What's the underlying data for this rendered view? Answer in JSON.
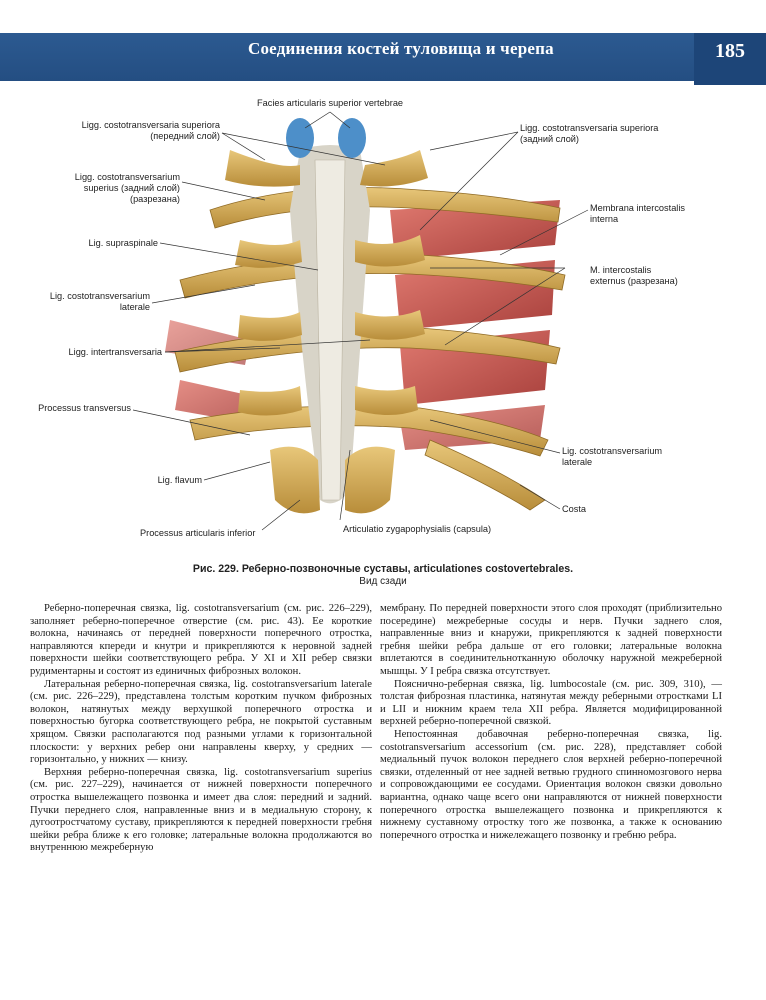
{
  "header": {
    "title": "Соединения костей туловища и черепа",
    "page_number": "185"
  },
  "figure": {
    "labels": {
      "facies": "Facies articularis superior vertebrae",
      "sup_ant": "Ligg. costotransversaria superiora\n(передний слой)",
      "sup_post_left": "Ligg. costotransversarium\nsuperius (задний слой)\n(разрезана)",
      "supraspinale": "Lig. supraspinale",
      "lateral_left": "Lig. costotransversarium\nlaterale",
      "intertrans": "Ligg. intertransversaria",
      "proc_trans": "Processus transversus",
      "flavum": "Lig. flavum",
      "proc_art_inf": "Processus articularis inferior",
      "zyg": "Articulatio zygapophysialis (capsula)",
      "sup_post_right": "Ligg. costotransversaria superiora\n(задний слой)",
      "memb": "Membrana intercostalis\ninterna",
      "m_ic": "M. intercostalis\nexternus (разрезана)",
      "lateral_right": "Lig. costotransversarium\nlaterale",
      "costa": "Costa"
    },
    "caption": "Рис. 229. Реберно-позвоночные суставы, articulationes costovertebrales.",
    "caption_sub": "Вид сзади"
  },
  "text": {
    "left": [
      "Реберно-поперечная связка, lig. costotransversarium (см. рис. 226–229), заполняет реберно-поперечное отверстие (см. рис. 43). Ее короткие волокна, начинаясь от передней поверхности поперечного отростка, направляются кпереди и кнутри и прикрепляются к неровной задней поверхности шейки соответствующего ребра. У XI и XII ребер связки рудиментарны и состоят из единичных фиброзных волокон.",
      "Латеральная реберно-поперечная связка, lig. costotransversarium laterale (см. рис. 226–229), представлена толстым коротким пучком фиброзных волокон, натянутых между верхушкой поперечного отростка и поверхностью бугорка соответствующего ребра, не покрытой суставным хрящом. Связки располагаются под разными углами к горизонтальной плоскости: у верхних ребер они направлены кверху, у средних — горизонтально, у нижних — книзу.",
      "Верхняя реберно-поперечная связка, lig. costotransversarium superius (см. рис. 227–229), начинается от нижней поверхности поперечного отростка вышележащего позвонка и имеет два слоя: передний и задний. Пучки переднего слоя, направленные вниз и в медиальную сторону, к дугоотростчатому суставу, прикрепляются к передней поверхности гребня шейки ребра ближе к его головке; латеральные волокна продолжаются во внутреннюю межреберную"
    ],
    "right": [
      "мембрану. По передней поверхности этого слоя проходят (приблизительно посередине) межреберные сосуды и нерв. Пучки заднего слоя, направленные вниз и кнаружи, прикрепляются к задней поверхности гребня шейки ребра дальше от его головки; латеральные волокна вплетаются в соединительнотканную оболочку наружной межреберной мышцы. У I ребра связка отсутствует.",
      "Пояснично-реберная связка, lig. lumbocostale (см. рис. 309, 310), — толстая фиброзная пластинка, натянутая между ребер­ными отростками LI и LII и нижним краем тела XII ребра. Является модифицированной верхней реберно-поперечной связкой.",
      "Непостоянная добавочная реберно-поперечная связка, lig. costotransversarium accessorium (см. рис. 228), представляет собой медиальный пучок волокон переднего слоя верхней реберно-поперечной связки, отделенный от нее задней ветвью грудного спинномозгового нерва и сопровождающими ее сосудами. Ориентация волокон связки довольно вариантна, однако чаще всего они направляются от нижней поверхности поперечного отростка вышележащего позвонка и прикрепляются к нижнему суставному отростку того же позвонка, а также к основанию поперечного отростка и нижележащего позвонку и гребню ребра."
    ]
  },
  "colors": {
    "header": "#2c5a91",
    "page_box": "#1d4578",
    "bone": "#d9b45f",
    "ligament": "#e4e1d8",
    "muscle": "#c9544f",
    "cartilage": "#4d8fc9"
  }
}
